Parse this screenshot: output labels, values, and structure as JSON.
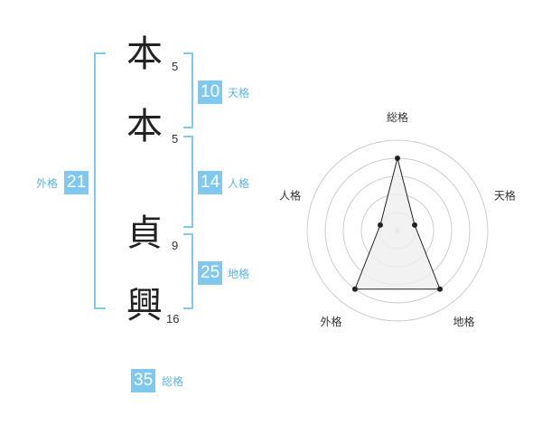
{
  "characters": [
    {
      "kanji": "本",
      "strokes": "5"
    },
    {
      "kanji": "本",
      "strokes": "5"
    },
    {
      "kanji": "貞",
      "strokes": "9"
    },
    {
      "kanji": "興",
      "strokes": "16"
    }
  ],
  "kakusu": {
    "tenkaku": {
      "value": "10",
      "label": "天格"
    },
    "jinkaku": {
      "value": "14",
      "label": "人格"
    },
    "chikaku": {
      "value": "25",
      "label": "地格"
    },
    "gaikaku": {
      "value": "21",
      "label": "外格"
    },
    "soukaku": {
      "value": "35",
      "label": "総格"
    }
  },
  "colors": {
    "accent": "#7fc8f0",
    "label": "#5cb4e2",
    "radar_fill": "#efefef",
    "radar_line": "#222222",
    "ring": "#cccccc"
  },
  "chart_data": {
    "type": "radar",
    "axes": [
      "総格",
      "天格",
      "地格",
      "外格",
      "人格"
    ],
    "values": [
      0.8,
      0.2,
      0.8,
      0.8,
      0.2
    ],
    "range": [
      0,
      1
    ],
    "rings": 5
  }
}
